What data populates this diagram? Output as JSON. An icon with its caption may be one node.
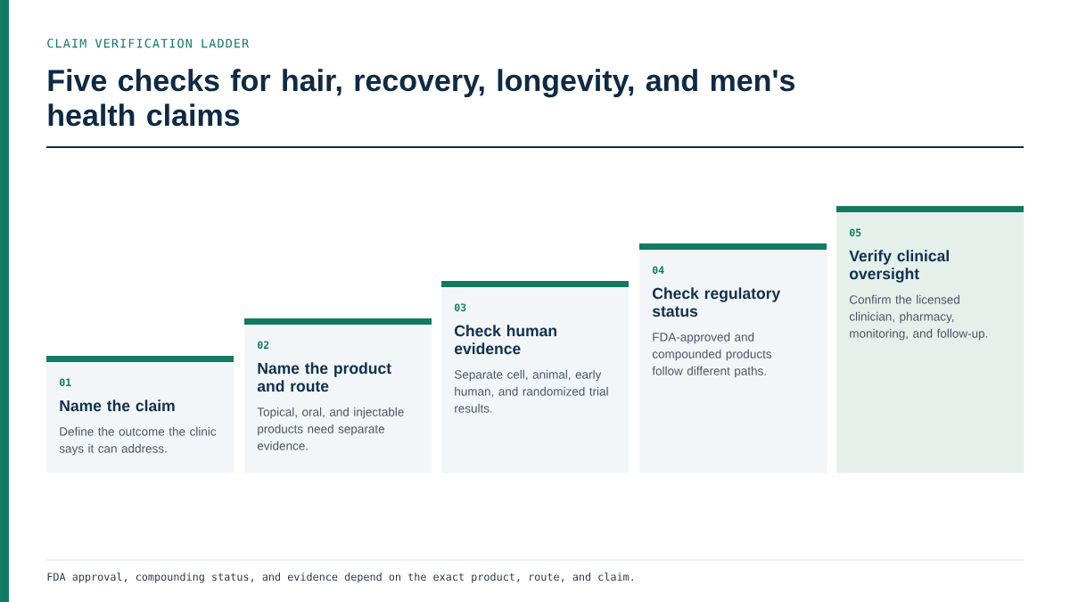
{
  "diagram": {
    "title": "Five checks for hair, recovery, longevity, and men's health claims",
    "nodes": [
      {
        "text": [
          "01",
          "Name the claim",
          "Define the outcome the clinic says it can address."
        ]
      },
      {
        "text": [
          "02",
          "Name the product and route",
          "Topical, oral, and injectable products need separate evidence."
        ]
      },
      {
        "text": [
          "03",
          "Check human evidence",
          "Separate cell, animal, early human, and randomized trial results."
        ]
      },
      {
        "text": [
          "04",
          "Check regulatory status",
          "FDA-approved and compounded products follow different paths."
        ]
      },
      {
        "text": [
          "05",
          "Verify clinical oversight",
          "Confirm the licensed clinician, pharmacy, monitoring, and follow-up."
        ]
      }
    ],
    "labels": [
      "CLAIM VERIFICATION LADDER",
      "FDA approval, compounding status, and evidence depend on the exact product, route, and claim."
    ]
  }
}
